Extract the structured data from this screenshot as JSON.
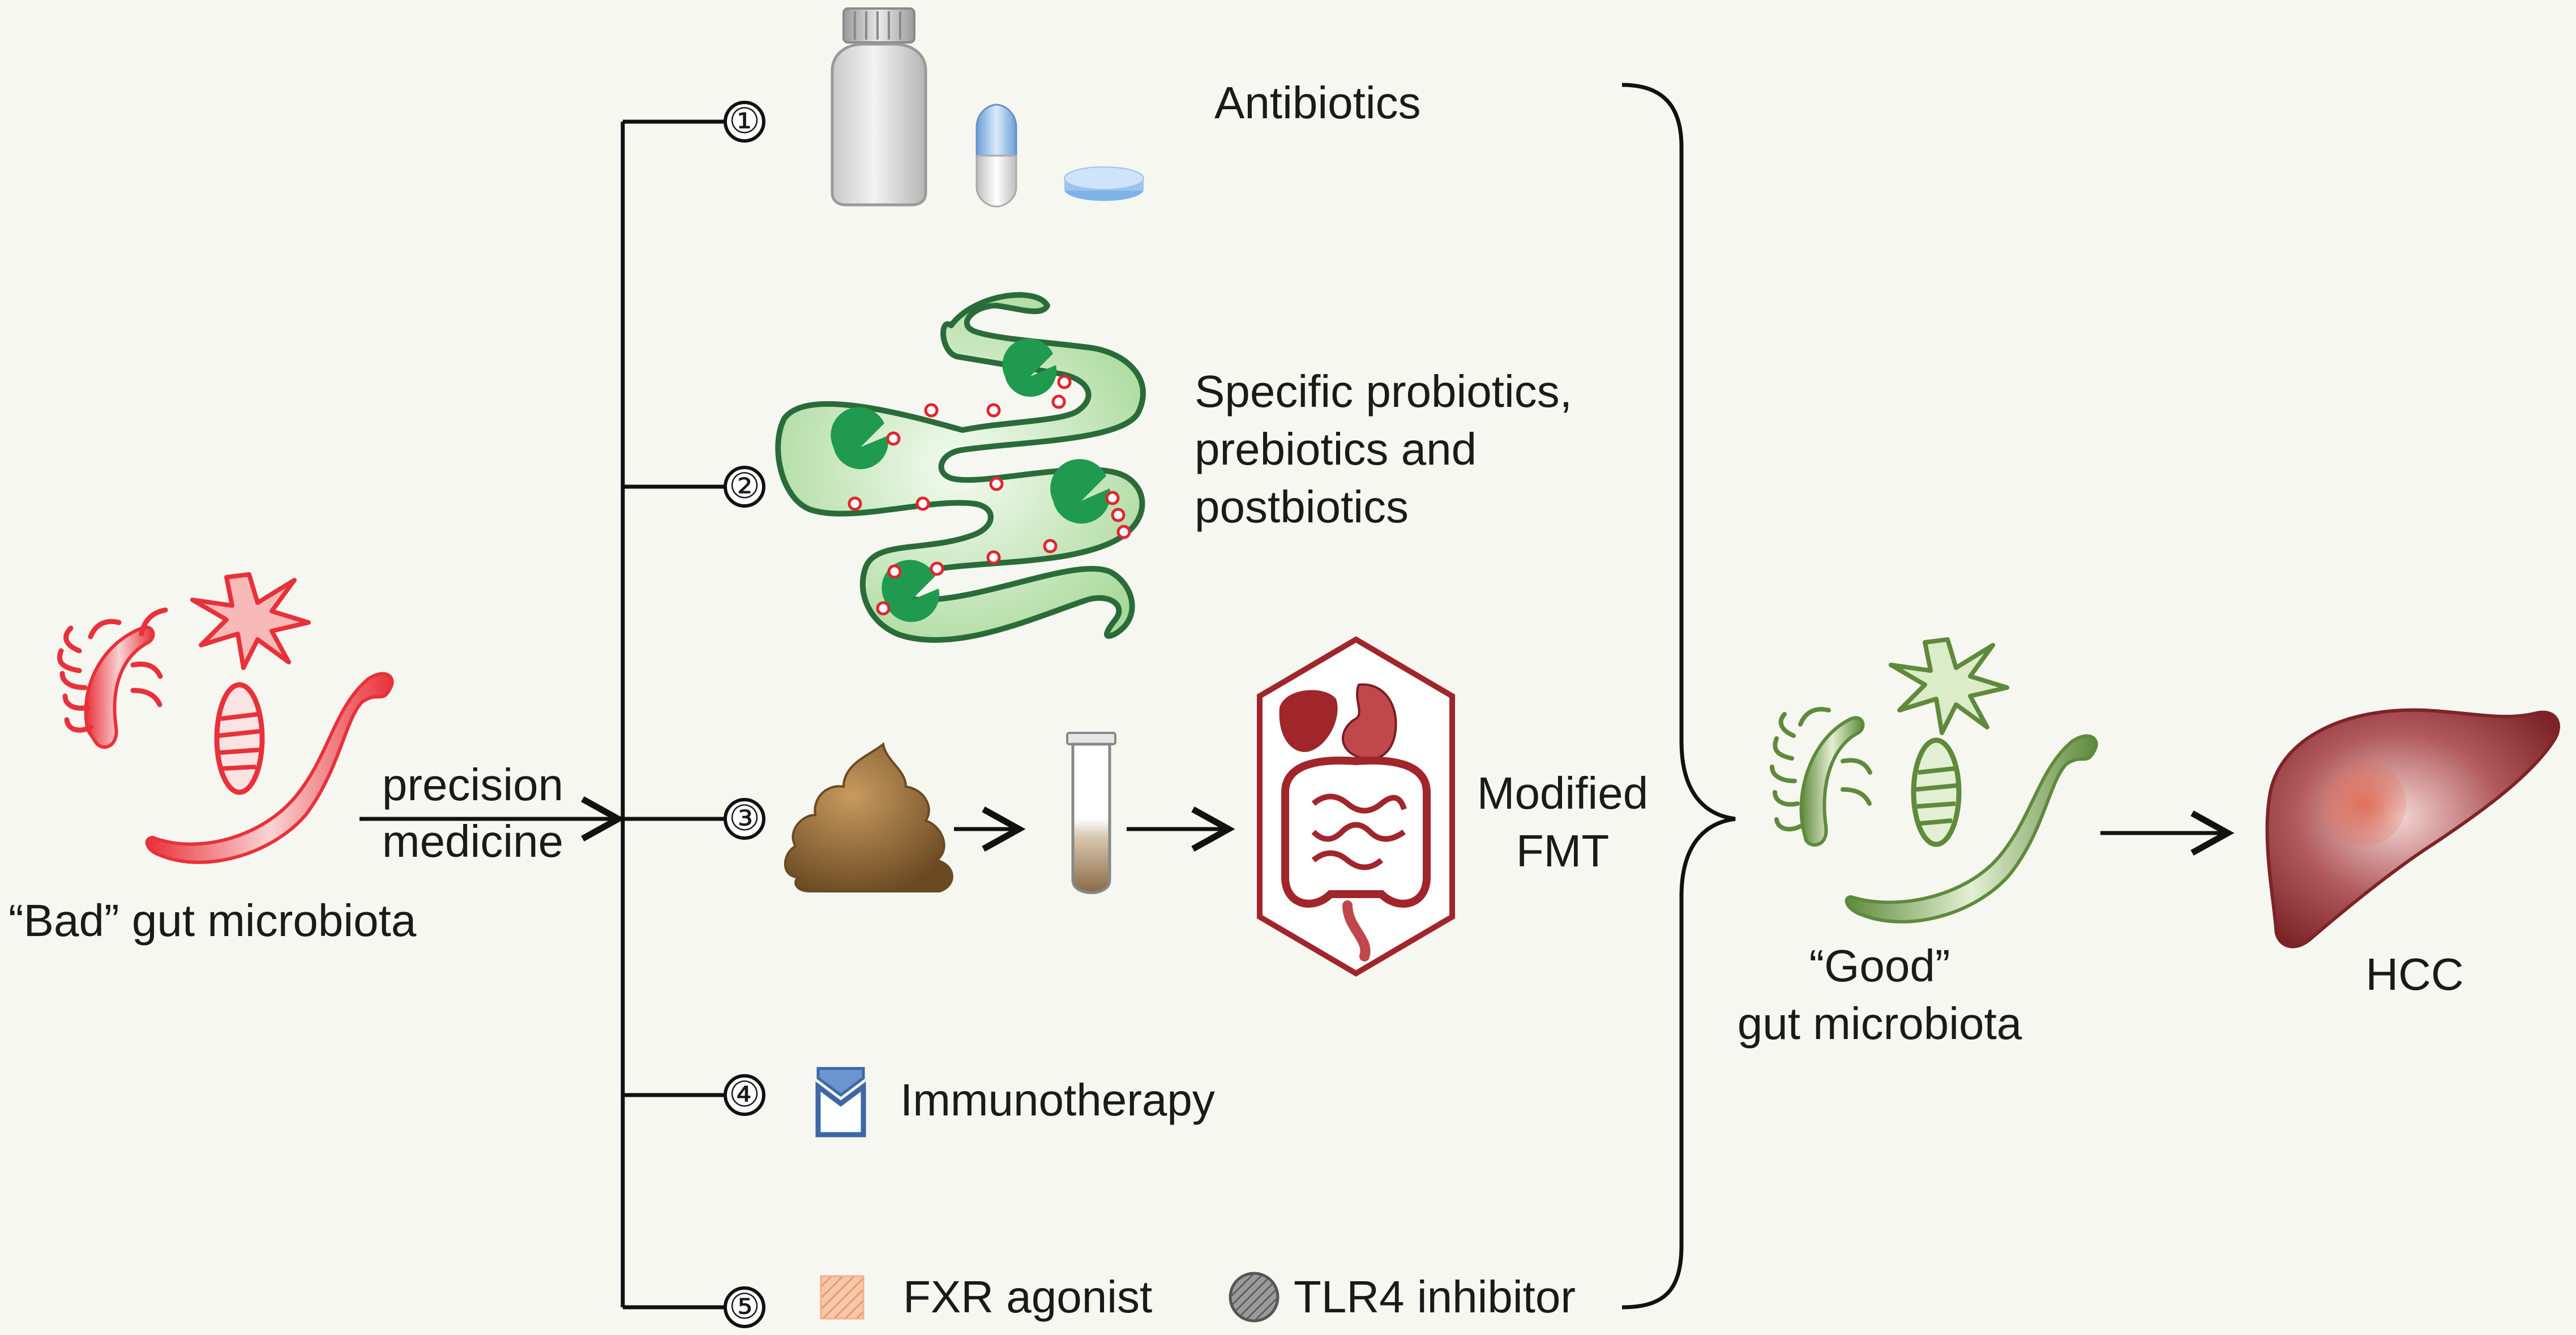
{
  "bad_microbiota": {
    "label": "“Bad” gut microbiota"
  },
  "arrow_label": {
    "line1": "precision",
    "line2": "medicine"
  },
  "strategies": [
    {
      "number": "①",
      "label": "Antibiotics"
    },
    {
      "number": "②",
      "label_lines": [
        "Specific probiotics,",
        "prebiotics and",
        "postbiotics"
      ]
    },
    {
      "number": "③",
      "label_lines": [
        "Modified",
        "FMT"
      ]
    },
    {
      "number": "④",
      "label": "Immunotherapy"
    },
    {
      "number": "⑤",
      "label_a": "FXR agonist",
      "label_b": "TLR4 inhibitor"
    }
  ],
  "good_microbiota": {
    "line1": "“Good”",
    "line2": "gut microbiota"
  },
  "outcome": {
    "label": "HCC"
  },
  "colors": {
    "background": "#f5f7f0",
    "bad_bacteria": "#e8313a",
    "good_bacteria": "#5f8a3c",
    "probiotic_fill": "#bfe3b0",
    "probiotic_pacman": "#1f9a4e",
    "fmt_frame": "#a0262b",
    "immunotherapy": "#3d67a6",
    "fxr_agonist": "#f2b08a",
    "tlr4_inhibitor": "#6e6e6e",
    "liver": "#8e2f33",
    "line": "#111111"
  },
  "icons": [
    "bacteria-bad-icon",
    "burst-icon",
    "pill-bottle-icon",
    "capsule-icon",
    "tablet-icon",
    "gut-probiotics-icon",
    "stool-icon",
    "test-tube-icon",
    "digestive-system-icon",
    "antibody-icon",
    "fxr-square-icon",
    "tlr4-circle-icon",
    "bacteria-good-icon",
    "liver-icon"
  ]
}
